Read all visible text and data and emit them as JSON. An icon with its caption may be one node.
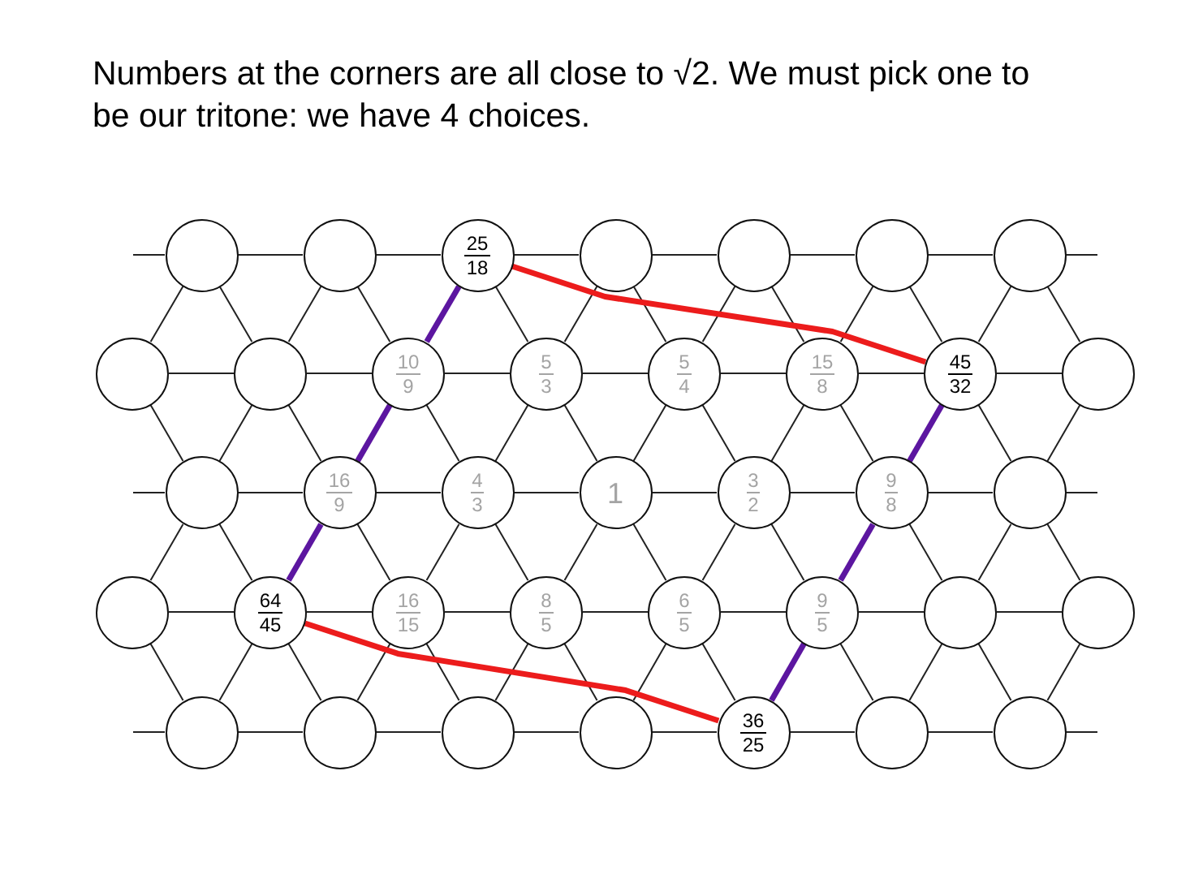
{
  "diagram": {
    "title": "Numbers at the corners are all close to √2. We must pick one to be our tritone: we have 4 choices.",
    "nodes": [
      {
        "text": [],
        "shape": "circle"
      },
      {
        "text": [],
        "shape": "circle"
      },
      {
        "text": [
          "25",
          "18"
        ]
      },
      {
        "text": [],
        "shape": "circle"
      },
      {
        "text": [],
        "shape": "circle"
      },
      {
        "text": [],
        "shape": "circle"
      },
      {
        "text": [],
        "shape": "circle"
      },
      {
        "text": [],
        "shape": "circle"
      },
      {
        "text": [],
        "shape": "circle"
      },
      {
        "text": [
          "10",
          "9"
        ]
      },
      {
        "text": [
          "5",
          "3"
        ]
      },
      {
        "text": [
          "5",
          "4"
        ]
      },
      {
        "text": [
          "15",
          "8"
        ]
      },
      {
        "text": [
          "45",
          "32"
        ]
      },
      {
        "text": [],
        "shape": "circle"
      },
      {
        "text": [],
        "shape": "circle"
      },
      {
        "text": [
          "16",
          "9"
        ]
      },
      {
        "text": [
          "4",
          "3"
        ]
      },
      {
        "text": [
          "1"
        ]
      },
      {
        "text": [
          "3",
          "2"
        ]
      },
      {
        "text": [
          "9",
          "8"
        ]
      },
      {
        "text": [],
        "shape": "circle"
      },
      {
        "text": [],
        "shape": "circle"
      },
      {
        "text": [
          "64",
          "45"
        ]
      },
      {
        "text": [
          "16",
          "15"
        ]
      },
      {
        "text": [
          "8",
          "5"
        ]
      },
      {
        "text": [
          "6",
          "5"
        ]
      },
      {
        "text": [
          "9",
          "5"
        ]
      },
      {
        "text": [],
        "shape": "circle"
      },
      {
        "text": [],
        "shape": "circle"
      },
      {
        "text": [],
        "shape": "circle"
      },
      {
        "text": [],
        "shape": "circle"
      },
      {
        "text": [],
        "shape": "circle"
      },
      {
        "text": [],
        "shape": "circle"
      },
      {
        "text": [
          "36",
          "25"
        ]
      },
      {
        "text": [],
        "shape": "circle"
      },
      {
        "text": [],
        "shape": "circle"
      }
    ],
    "edges": [
      {
        "from": null,
        "to": 0,
        "arrow": "none"
      },
      {
        "from": 0,
        "to": 1,
        "arrow": "none"
      },
      {
        "from": 1,
        "to": 2,
        "arrow": "none"
      },
      {
        "from": 2,
        "to": 3,
        "arrow": "none"
      },
      {
        "from": 3,
        "to": 4,
        "arrow": "none"
      },
      {
        "from": 4,
        "to": 5,
        "arrow": "none"
      },
      {
        "from": 5,
        "to": 6,
        "arrow": "none"
      },
      {
        "from": 6,
        "to": null,
        "arrow": "none"
      },
      {
        "from": 0,
        "to": 7,
        "arrow": "none"
      },
      {
        "from": 0,
        "to": 8,
        "arrow": "none"
      },
      {
        "from": 1,
        "to": 8,
        "arrow": "none"
      },
      {
        "from": 1,
        "to": 9,
        "arrow": "none"
      },
      {
        "from": 2,
        "to": 9,
        "arrow": "none",
        "style": "thick",
        "color": "#5c16a0"
      },
      {
        "from": 2,
        "to": 10,
        "arrow": "none"
      },
      {
        "from": 3,
        "to": 10,
        "arrow": "none"
      },
      {
        "from": 3,
        "to": 11,
        "arrow": "none"
      },
      {
        "from": 4,
        "to": 11,
        "arrow": "none"
      },
      {
        "from": 4,
        "to": 12,
        "arrow": "none"
      },
      {
        "from": 5,
        "to": 12,
        "arrow": "none"
      },
      {
        "from": 5,
        "to": 13,
        "arrow": "none"
      },
      {
        "from": 6,
        "to": 13,
        "arrow": "none"
      },
      {
        "from": 6,
        "to": 14,
        "arrow": "none"
      },
      {
        "from": 2,
        "to": 13,
        "arrow": "none",
        "style": "thick",
        "color": "#ec1c1c"
      },
      {
        "from": 7,
        "to": 8,
        "arrow": "none"
      },
      {
        "from": 8,
        "to": 9,
        "arrow": "none"
      },
      {
        "from": 9,
        "to": 10,
        "arrow": "none"
      },
      {
        "from": 10,
        "to": 11,
        "arrow": "none"
      },
      {
        "from": 11,
        "to": 12,
        "arrow": "none"
      },
      {
        "from": 12,
        "to": 13,
        "arrow": "none"
      },
      {
        "from": 13,
        "to": 14,
        "arrow": "none"
      },
      {
        "from": 7,
        "to": 15,
        "arrow": "none"
      },
      {
        "from": 8,
        "to": 15,
        "arrow": "none"
      },
      {
        "from": 8,
        "to": 16,
        "arrow": "none"
      },
      {
        "from": 9,
        "to": 16,
        "arrow": "none",
        "style": "thick",
        "color": "#5c16a0"
      },
      {
        "from": 9,
        "to": 17,
        "arrow": "none"
      },
      {
        "from": 10,
        "to": 17,
        "arrow": "none"
      },
      {
        "from": 10,
        "to": 18,
        "arrow": "none"
      },
      {
        "from": 11,
        "to": 18,
        "arrow": "none"
      },
      {
        "from": 11,
        "to": 19,
        "arrow": "none"
      },
      {
        "from": 12,
        "to": 19,
        "arrow": "none"
      },
      {
        "from": 12,
        "to": 20,
        "arrow": "none"
      },
      {
        "from": 13,
        "to": 20,
        "arrow": "none",
        "style": "thick",
        "color": "#5c16a0"
      },
      {
        "from": 13,
        "to": 21,
        "arrow": "none"
      },
      {
        "from": 14,
        "to": 21,
        "arrow": "none"
      },
      {
        "from": null,
        "to": 15,
        "arrow": "none"
      },
      {
        "from": 15,
        "to": 16,
        "arrow": "none"
      },
      {
        "from": 16,
        "to": 17,
        "arrow": "none"
      },
      {
        "from": 17,
        "to": 18,
        "arrow": "none"
      },
      {
        "from": 18,
        "to": 19,
        "arrow": "none"
      },
      {
        "from": 19,
        "to": 20,
        "arrow": "none"
      },
      {
        "from": 20,
        "to": 21,
        "arrow": "none"
      },
      {
        "from": 21,
        "to": null,
        "arrow": "none"
      },
      {
        "from": 15,
        "to": 22,
        "arrow": "none"
      },
      {
        "from": 15,
        "to": 23,
        "arrow": "none"
      },
      {
        "from": 16,
        "to": 23,
        "arrow": "none",
        "style": "thick",
        "color": "#5c16a0"
      },
      {
        "from": 16,
        "to": 24,
        "arrow": "none"
      },
      {
        "from": 17,
        "to": 24,
        "arrow": "none"
      },
      {
        "from": 17,
        "to": 25,
        "arrow": "none"
      },
      {
        "from": 18,
        "to": 25,
        "arrow": "none"
      },
      {
        "from": 18,
        "to": 26,
        "arrow": "none"
      },
      {
        "from": 19,
        "to": 26,
        "arrow": "none"
      },
      {
        "from": 19,
        "to": 27,
        "arrow": "none"
      },
      {
        "from": 20,
        "to": 27,
        "arrow": "none",
        "style": "thick",
        "color": "#5c16a0"
      },
      {
        "from": 20,
        "to": 28,
        "arrow": "none"
      },
      {
        "from": 21,
        "to": 28,
        "arrow": "none"
      },
      {
        "from": 21,
        "to": 29,
        "arrow": "none"
      },
      {
        "from": 22,
        "to": 23,
        "arrow": "none"
      },
      {
        "from": 23,
        "to": 24,
        "arrow": "none"
      },
      {
        "from": 24,
        "to": 25,
        "arrow": "none"
      },
      {
        "from": 25,
        "to": 26,
        "arrow": "none"
      },
      {
        "from": 26,
        "to": 27,
        "arrow": "none"
      },
      {
        "from": 27,
        "to": 28,
        "arrow": "none"
      },
      {
        "from": 28,
        "to": 29,
        "arrow": "none"
      },
      {
        "from": 23,
        "to": 34,
        "arrow": "none",
        "style": "thick",
        "color": "#ec1c1c"
      },
      {
        "from": 22,
        "to": 30,
        "arrow": "none"
      },
      {
        "from": 23,
        "to": 30,
        "arrow": "none"
      },
      {
        "from": 23,
        "to": 31,
        "arrow": "none"
      },
      {
        "from": 24,
        "to": 31,
        "arrow": "none"
      },
      {
        "from": 24,
        "to": 32,
        "arrow": "none"
      },
      {
        "from": 25,
        "to": 32,
        "arrow": "none"
      },
      {
        "from": 25,
        "to": 33,
        "arrow": "none"
      },
      {
        "from": 26,
        "to": 33,
        "arrow": "none"
      },
      {
        "from": 26,
        "to": 34,
        "arrow": "none"
      },
      {
        "from": 27,
        "to": 34,
        "arrow": "none",
        "style": "thick",
        "color": "#5c16a0"
      },
      {
        "from": 27,
        "to": 35,
        "arrow": "none"
      },
      {
        "from": 28,
        "to": 35,
        "arrow": "none"
      },
      {
        "from": 28,
        "to": 36,
        "arrow": "none"
      },
      {
        "from": 29,
        "to": 36,
        "arrow": "none"
      },
      {
        "from": null,
        "to": 30,
        "arrow": "none"
      },
      {
        "from": 30,
        "to": 31,
        "arrow": "none"
      },
      {
        "from": 31,
        "to": 32,
        "arrow": "none"
      },
      {
        "from": 32,
        "to": 33,
        "arrow": "none"
      },
      {
        "from": 33,
        "to": 34,
        "arrow": "none"
      },
      {
        "from": 34,
        "to": 35,
        "arrow": "none"
      },
      {
        "from": 35,
        "to": 36,
        "arrow": "none"
      },
      {
        "from": 36,
        "to": null,
        "arrow": "none"
      }
    ]
  }
}
